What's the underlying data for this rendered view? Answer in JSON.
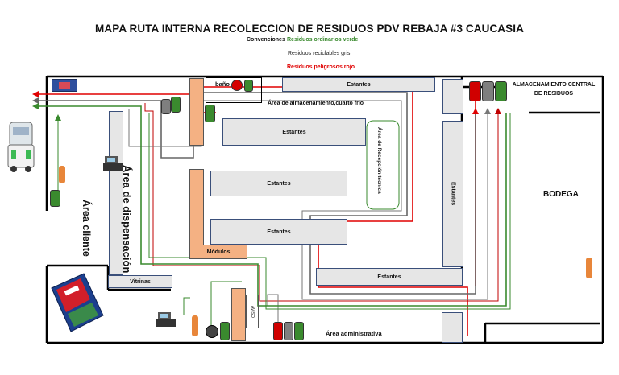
{
  "title": "MAPA RUTA INTERNA RECOLECCION DE RESIDUOS PDV REBAJA #3 CAUCASIA",
  "legend": {
    "heading": "Convenciones",
    "organic": "Residuos ordinarios verde",
    "recyclable": "Residuos reciclables gris",
    "hazardous": "Residuos peligrosos rojo"
  },
  "colors": {
    "organic": "#3a8a2e",
    "recyclable": "#7f7f7f",
    "hazardous": "#e00000",
    "shelf": "#e6e6e6",
    "module": "#f4b183"
  },
  "areas": {
    "bathroom": "baño",
    "cold_storage": "Área de almacenamiento,cuarto frio",
    "reception": "Área de Recepción técnica",
    "central_storage": "ALMACENAMIENTO CENTRAL DE RESIDUOS",
    "warehouse": "BODEGA",
    "dispensing": "Área de dispensación",
    "client": "Área cliente",
    "admin": "Área administrativa",
    "showcases": "Vitrinas",
    "modules": "Módulos",
    "shelf": "Estantes",
    "small_sign": "AVISO"
  },
  "icons": [
    "ambulance-icon",
    "cash-register-icon",
    "fire-extinguisher-icon",
    "trash-bin-icon",
    "toilet-icon",
    "vending-machine-icon"
  ]
}
